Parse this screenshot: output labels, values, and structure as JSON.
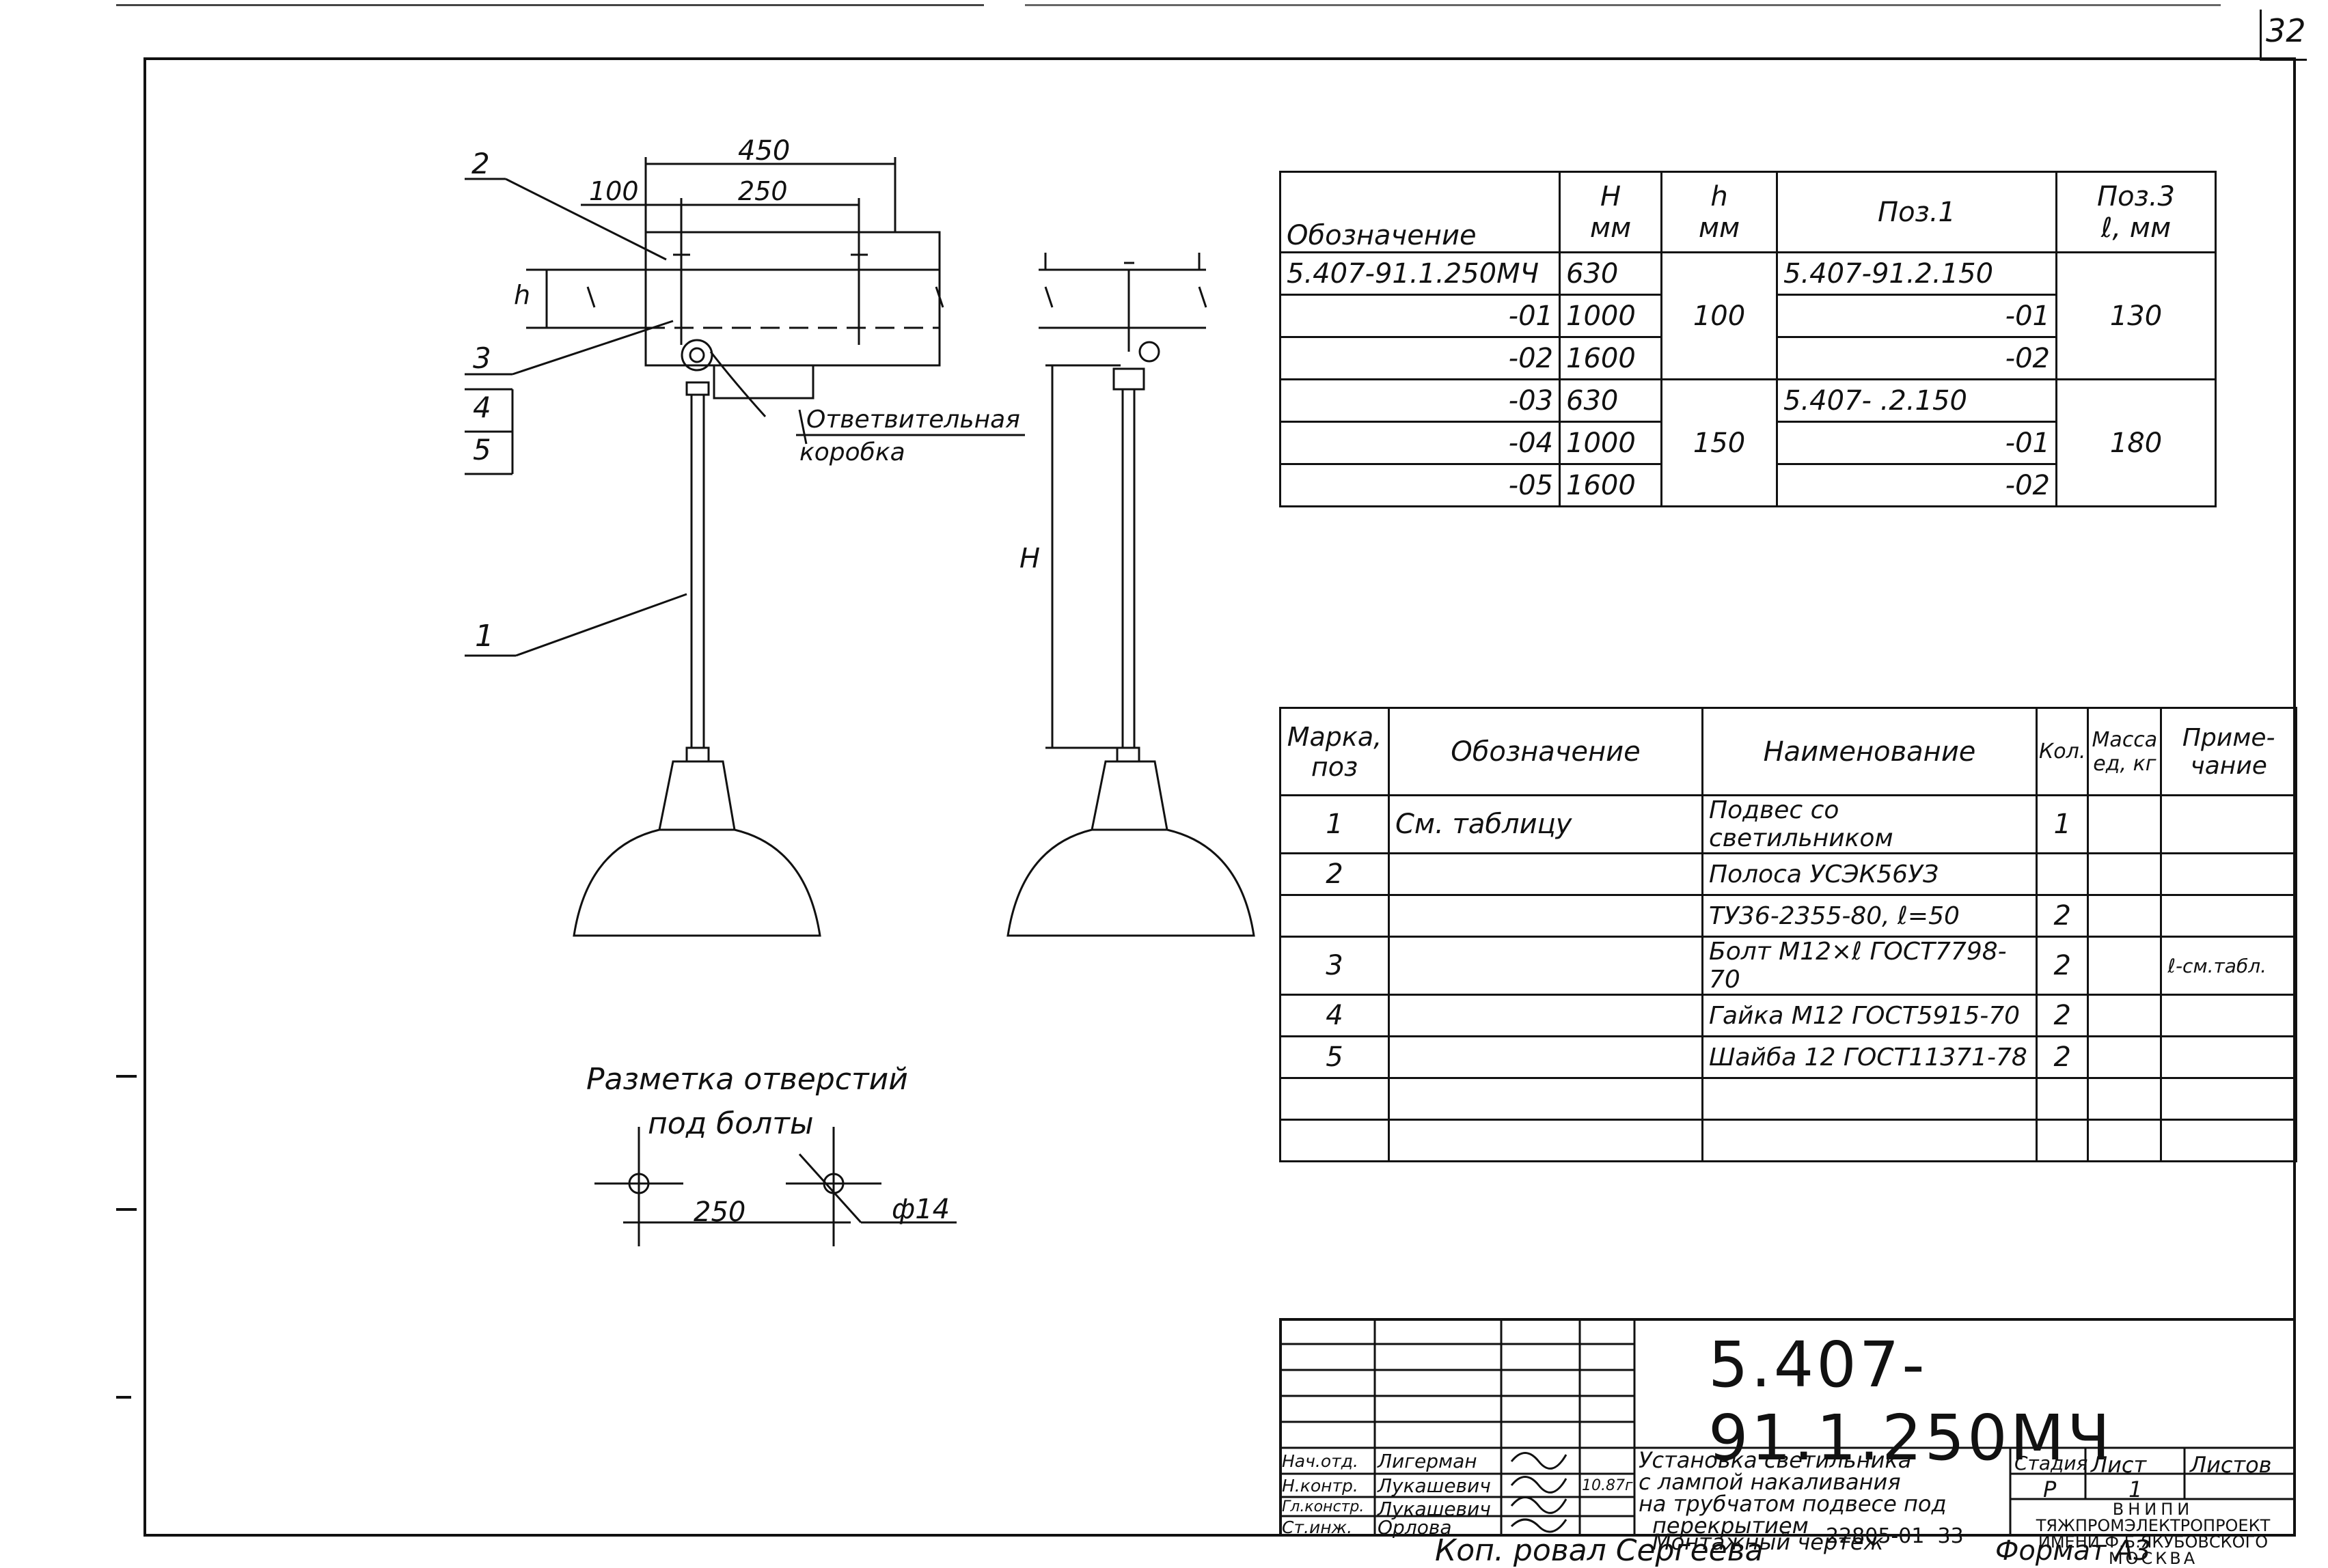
{
  "page_number": "32",
  "drawing": {
    "dims": {
      "overall": "450",
      "offset": "100",
      "center": "250",
      "height_h": "h",
      "height_H": "H"
    },
    "callouts": [
      "2",
      "3",
      "4",
      "5",
      "1"
    ],
    "junction_box_label": [
      "Ответвительная",
      "коробка"
    ]
  },
  "hole_marking": {
    "title": [
      "Разметка отверстий",
      "под болты"
    ],
    "spacing": "250",
    "diameter": "ф14"
  },
  "variants_table": {
    "headers": [
      "Обозначение",
      "Н\nмм",
      "h\nмм",
      "Поз.1",
      "Поз.3\nℓ, мм"
    ],
    "rows": [
      [
        "5.407-91.1.250МЧ",
        "630",
        "",
        "5.407-91.2.150",
        ""
      ],
      [
        "-01",
        "1000",
        "100",
        "-01",
        "130"
      ],
      [
        "-02",
        "1600",
        "",
        "-02",
        ""
      ],
      [
        "-03",
        "630",
        "",
        "5.407-   .2.150",
        ""
      ],
      [
        "-04",
        "1000",
        "150",
        "-01",
        "180"
      ],
      [
        "-05",
        "1600",
        "",
        "-02",
        ""
      ]
    ]
  },
  "parts_table": {
    "headers": [
      "Марка, поз",
      "Обозначение",
      "Наименование",
      "Кол.",
      "Масса ед, кг",
      "Приме-чание"
    ],
    "rows": [
      [
        "1",
        "См. таблицу",
        "Подвес со светильником",
        "1",
        "",
        ""
      ],
      [
        "2",
        "",
        "Полоса УСЭК56УЗ",
        "",
        "",
        ""
      ],
      [
        "",
        "",
        "ТУ36-2355-80, ℓ=50",
        "2",
        "",
        ""
      ],
      [
        "3",
        "",
        "Болт М12×ℓ ГОСТ7798-70",
        "2",
        "",
        "ℓ-см.табл."
      ],
      [
        "4",
        "",
        "Гайка М12 ГОСТ5915-70",
        "2",
        "",
        ""
      ],
      [
        "5",
        "",
        "Шайба 12 ГОСТ11371-78",
        "2",
        "",
        ""
      ],
      [
        "",
        "",
        "",
        "",
        "",
        ""
      ],
      [
        "",
        "",
        "",
        "",
        "",
        ""
      ]
    ]
  },
  "title_block": {
    "code": "5.407-91.1.250МЧ",
    "title": [
      "Установка светильника",
      "с лампой накаливания",
      "на трубчатом подвесе под",
      "перекрытием",
      "Монтажный чертеж"
    ],
    "stage_header": "Стадия",
    "sheet_header": "Лист",
    "sheets_header": "Листов",
    "stage": "Р",
    "sheet": "1",
    "sheets": "",
    "roles": [
      "Нач.отд.",
      "Н.контр.",
      "Гл.констр.",
      "Ст.инж."
    ],
    "names": [
      "Лигерман",
      "Лукашевич",
      "Лукашевич",
      "Орлова"
    ],
    "date": "10.87г.",
    "org": [
      "ВНИПИ",
      "ТЯЖПРОМЭЛЕКТРОПРОЕКТ",
      "ИМЕНИ Ф.Б.ЯКУБОВСКОГО",
      "МОСКВА"
    ]
  },
  "footer": {
    "copied_by": "Коп. ровал   Сергеева",
    "ref": "22805-01  33",
    "format": "Формат А3"
  }
}
